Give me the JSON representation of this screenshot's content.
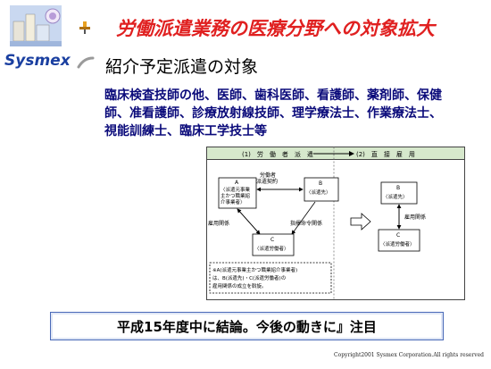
{
  "logo": {
    "name": "Sysmex"
  },
  "title": "労働派遣業務の医療分野への対象拡大",
  "subtitle": "紹介予定派遣の対象",
  "body_lines": [
    "臨床検査技師の他、医師、歯科医師、看護師、薬剤師、保健",
    "師、准看護師、診療放射線技師、理学療法士、作業療法士、",
    "視能訓練士、臨床工学技士等"
  ],
  "diagram": {
    "header_left": "(1)　労　働　者　派　遣",
    "header_right": "(2)　直　接　雇　用",
    "node_a_title": "A",
    "node_a_lines": [
      "〈派遣元事業",
      "主かつ職業紹",
      "介事業者〉"
    ],
    "node_b_title": "B",
    "node_b_label": "〈派遣先〉",
    "node_c_title": "C",
    "node_c_label": "〈派遣労働者〉",
    "contract_label_1": "労働者",
    "contract_label_2": "派遣契約",
    "employment_label": "雇用関係",
    "command_label": "指揮命令関係",
    "right_b_title": "B",
    "right_b_label": "〈派遣先〉",
    "right_employment_label": "雇用関係",
    "right_c_title": "C",
    "right_c_label": "〈派遣労働者〉",
    "note_lines": [
      "※A(派遣元事業主かつ職業紹介事業者)",
      "は、B(派遣先)・C(派遣労働者)の",
      "雇用関係の成立を斡旋。"
    ]
  },
  "conclusion": "平成15年度中に結論。今後の動きに』注目",
  "copyright": "Copyright2001 Sysmex Corporation.All rights reserved",
  "colors": {
    "title": "#e02020",
    "body": "#0a0a7a",
    "header_band": "#d6e8cc",
    "logo_blue": "#1a3fa0"
  }
}
